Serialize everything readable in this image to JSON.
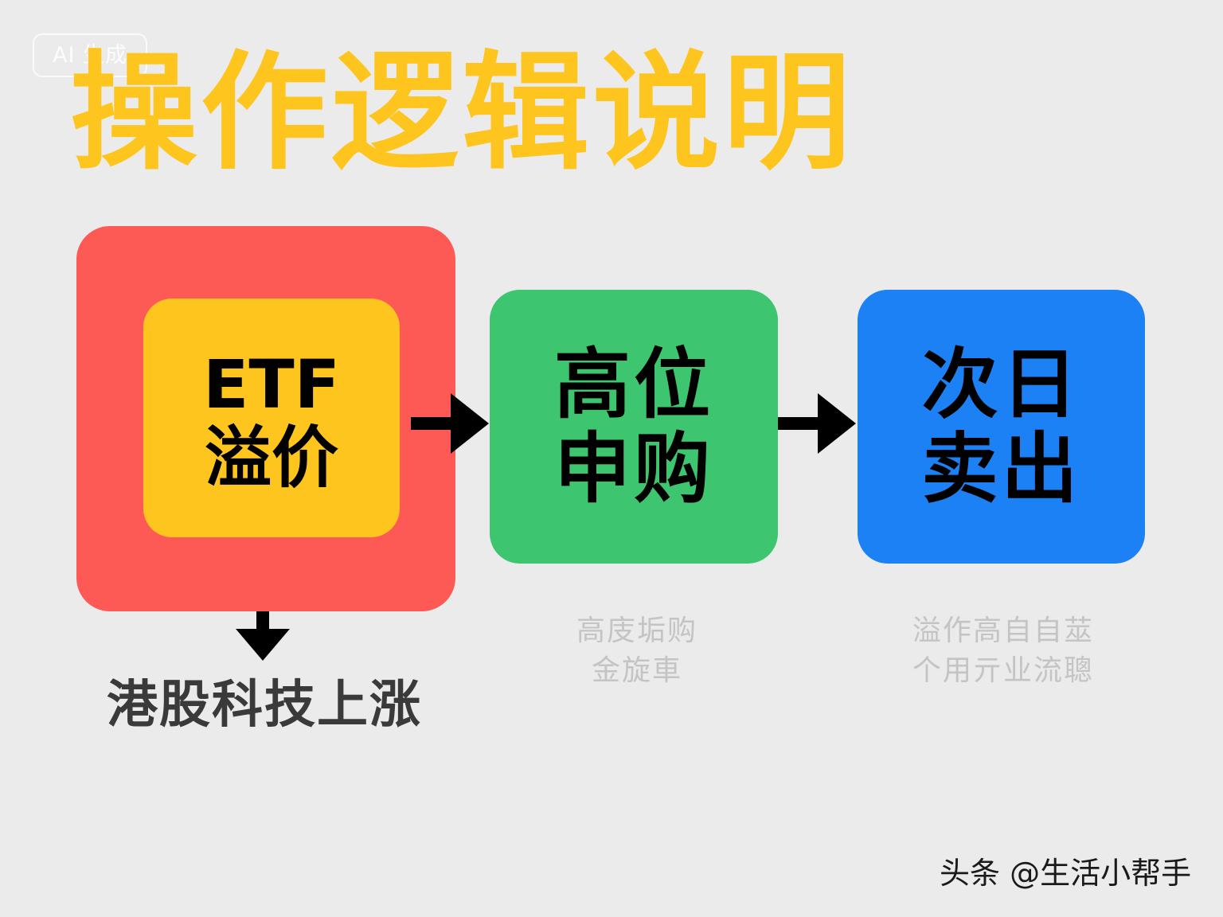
{
  "badge": {
    "text": "AI 生成"
  },
  "title": "操作逻辑说明",
  "steps": [
    {
      "lines": [
        "ETF",
        "溢价"
      ],
      "outer_color": "#fd5a56",
      "inner_color": "#fdc51e"
    },
    {
      "lines": [
        "高位",
        "申购"
      ],
      "color": "#3dc56f"
    },
    {
      "lines": [
        "次日",
        "卖出"
      ],
      "color": "#1b81f4"
    }
  ],
  "captions": {
    "green": [
      "高庋垢购",
      "金旋車"
    ],
    "blue": [
      "溢作高自自莁",
      "个用亓业流聰"
    ]
  },
  "bottom_label": "港股科技上涨",
  "watermark": "头条 @生活小帮手",
  "colors": {
    "background": "#ebebeb",
    "title": "#fdc51e",
    "arrow": "#000000",
    "caption": "#c4c4c4"
  }
}
